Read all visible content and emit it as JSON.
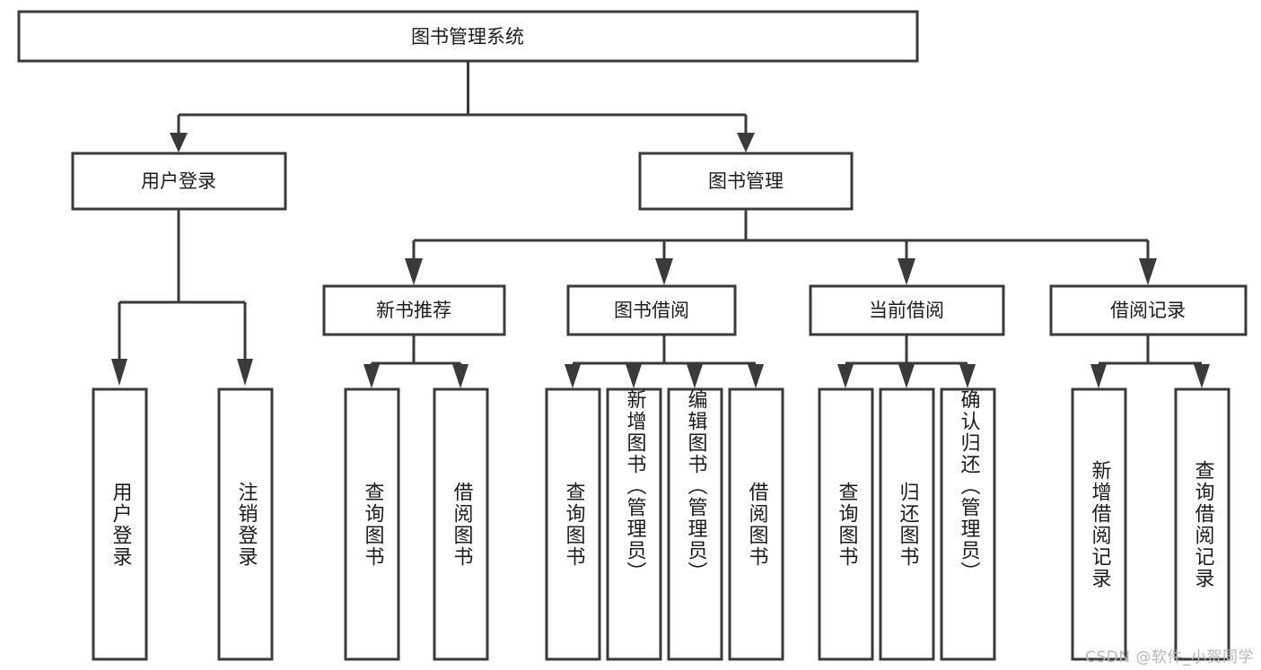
{
  "diagram": {
    "type": "tree",
    "title": "图书管理系统",
    "root": {
      "label": "图书管理系统",
      "orientation": "horizontal"
    },
    "level1": [
      {
        "label": "用户登录",
        "orientation": "horizontal"
      },
      {
        "label": "图书管理",
        "orientation": "horizontal"
      }
    ],
    "level2": [
      {
        "label": "新书推荐",
        "orientation": "horizontal"
      },
      {
        "label": "图书借阅",
        "orientation": "horizontal"
      },
      {
        "label": "当前借阅",
        "orientation": "horizontal"
      },
      {
        "label": "借阅记录",
        "orientation": "horizontal"
      }
    ],
    "leaves": {
      "user_login": [
        {
          "label": "用户登录",
          "orientation": "vertical"
        },
        {
          "label": "注销登录",
          "orientation": "vertical"
        }
      ],
      "new_book_recommend": [
        {
          "label": "查询图书",
          "orientation": "vertical"
        },
        {
          "label": "借阅图书",
          "orientation": "vertical"
        }
      ],
      "book_borrow": [
        {
          "label": "查询图书",
          "orientation": "vertical"
        },
        {
          "label": "新增图书（管理员）",
          "orientation": "vertical"
        },
        {
          "label": "编辑图书（管理员）",
          "orientation": "vertical"
        },
        {
          "label": "借阅图书",
          "orientation": "vertical"
        }
      ],
      "current_borrow": [
        {
          "label": "查询图书",
          "orientation": "vertical"
        },
        {
          "label": "归还图书",
          "orientation": "vertical"
        },
        {
          "label": "确认归还（管理员）",
          "orientation": "vertical"
        }
      ],
      "borrow_record": [
        {
          "label": "新增借阅记录",
          "orientation": "vertical"
        },
        {
          "label": "查询借阅记录",
          "orientation": "vertical"
        }
      ]
    },
    "colors": {
      "background": "#ffffff",
      "box_fill": "#ffffff",
      "box_stroke": "#3a3a3a",
      "connector": "#3a3a3a",
      "text": "#1c1c1c",
      "watermark": "#b8b8b8"
    }
  },
  "watermark": {
    "text": "CSDN @软件_小贺同学"
  }
}
